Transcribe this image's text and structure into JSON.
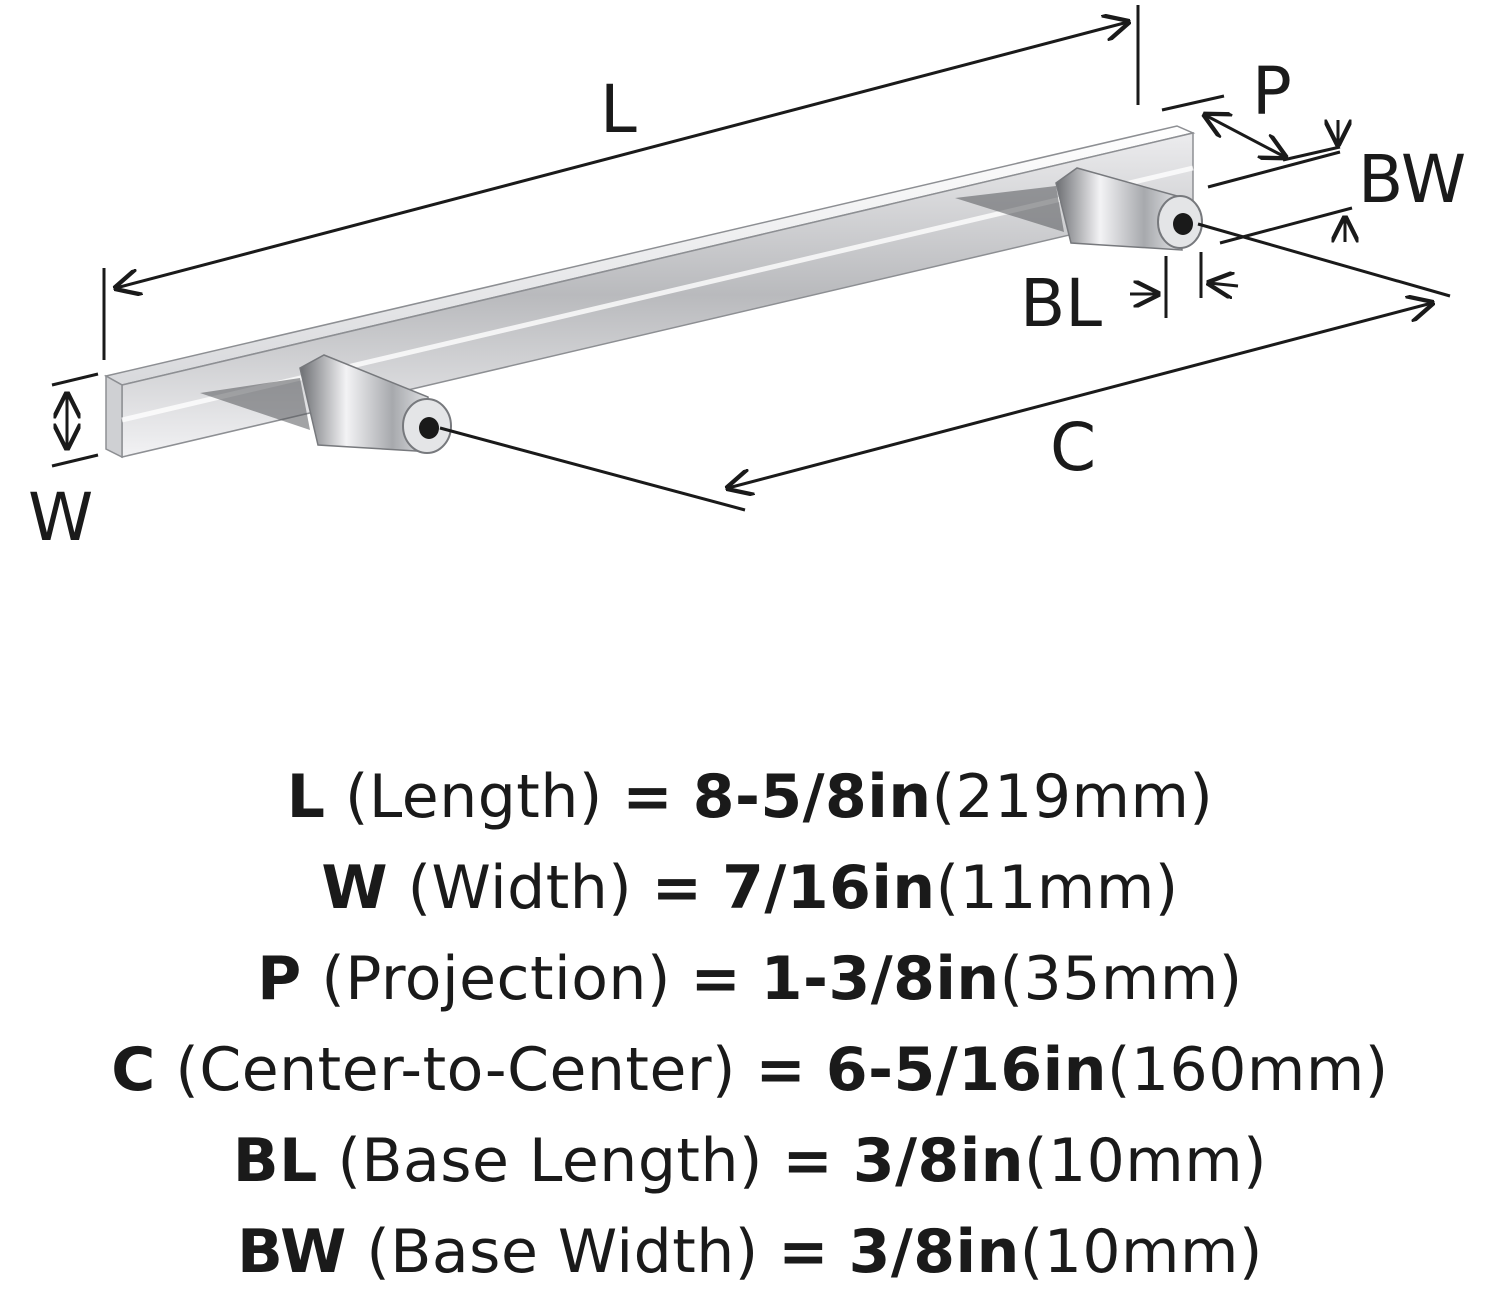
{
  "diagram": {
    "labels": {
      "L": "L",
      "P": "P",
      "BW": "BW",
      "BL": "BL",
      "W": "W",
      "C": "C"
    },
    "colors": {
      "line": "#1a1a1a",
      "metal_light": "#f4f4f6",
      "metal_mid": "#c9cacd",
      "metal_dark": "#55575b"
    }
  },
  "specs": [
    {
      "code": "L",
      "name": "(Length)",
      "eq": "=",
      "imperial": "8-5/8in",
      "metric": "(219mm)"
    },
    {
      "code": "W",
      "name": "(Width)",
      "eq": "=",
      "imperial": "7/16in",
      "metric": "(11mm)"
    },
    {
      "code": "P",
      "name": "(Projection)",
      "eq": "=",
      "imperial": "1-3/8in",
      "metric": "(35mm)"
    },
    {
      "code": "C",
      "name": "(Center-to-Center)",
      "eq": "=",
      "imperial": "6-5/16in",
      "metric": "(160mm)"
    },
    {
      "code": "BL",
      "name": "(Base Length)",
      "eq": "=",
      "imperial": "3/8in",
      "metric": "(10mm)"
    },
    {
      "code": "BW",
      "name": "(Base Width)",
      "eq": "=",
      "imperial": "3/8in",
      "metric": "(10mm)"
    }
  ]
}
